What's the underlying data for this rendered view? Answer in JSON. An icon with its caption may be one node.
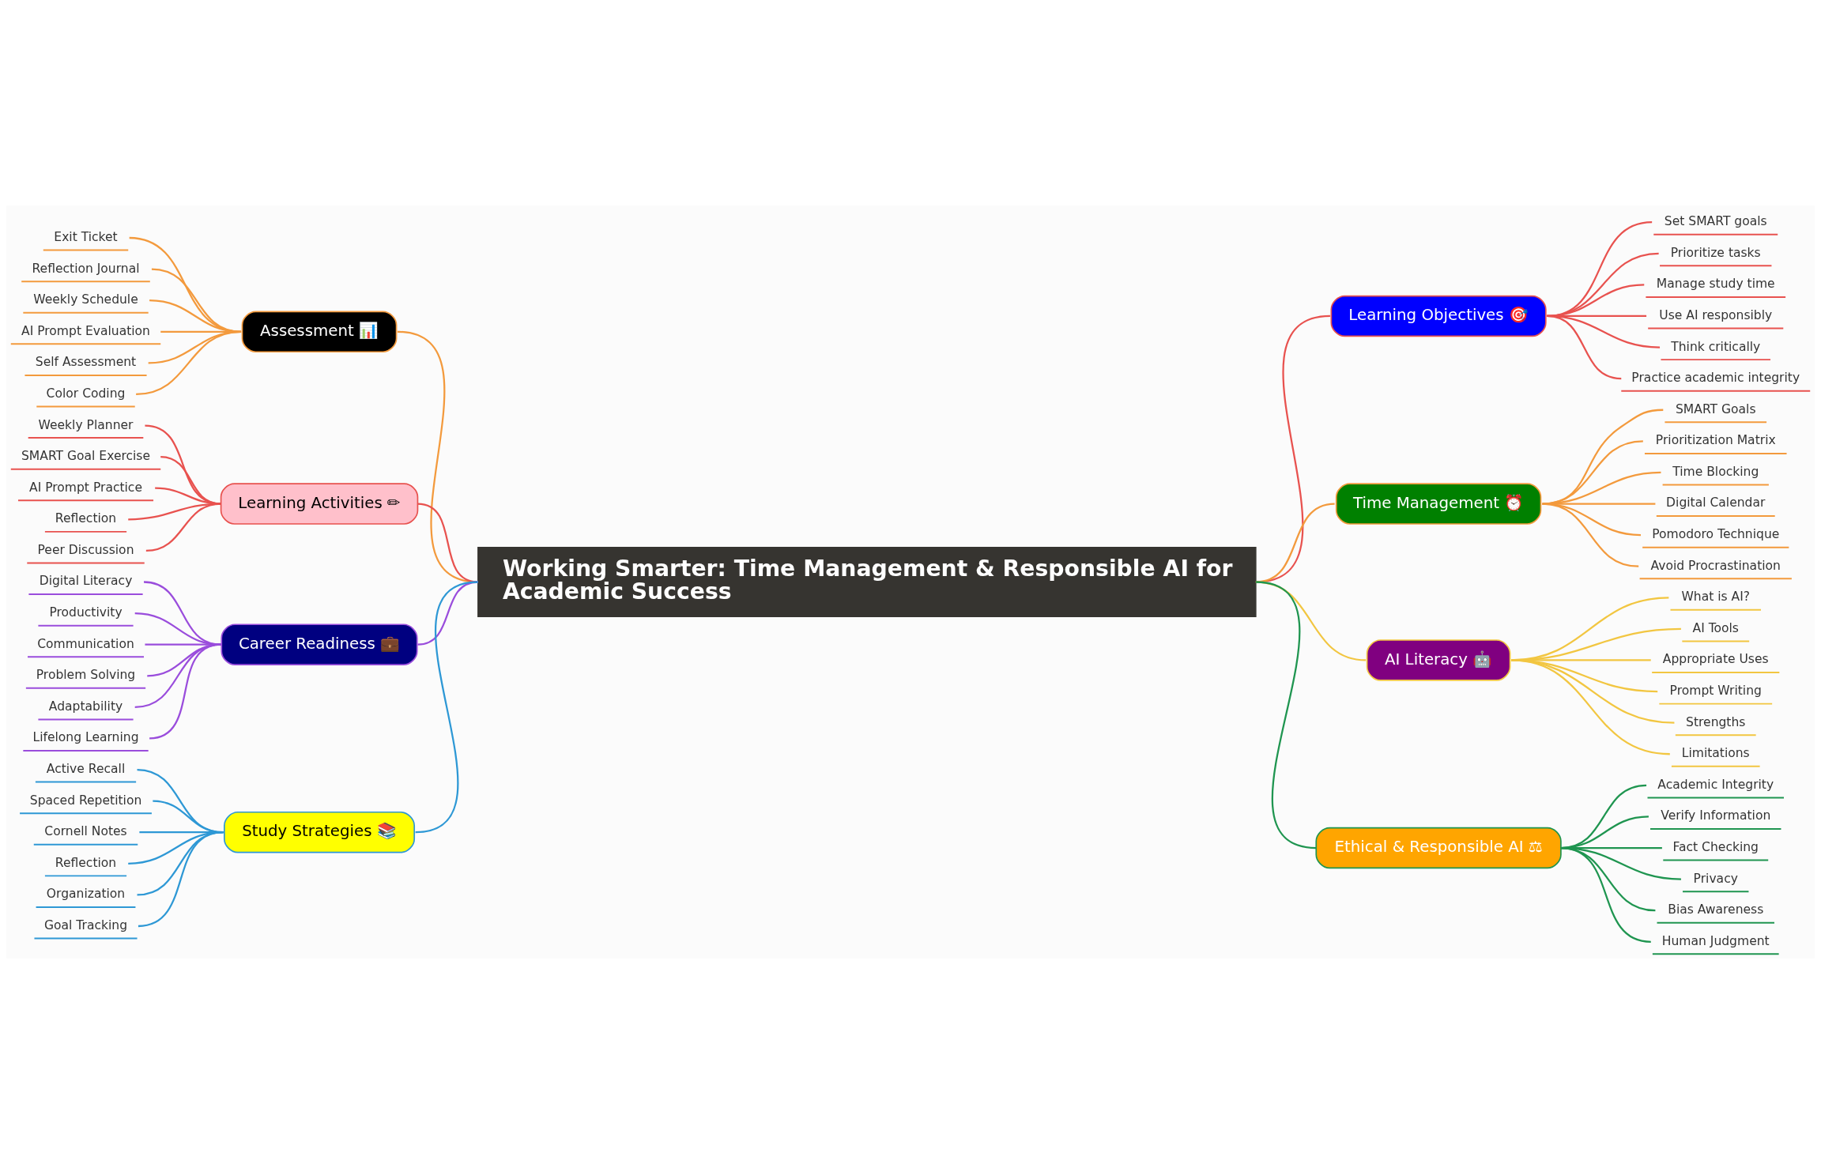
{
  "diagram": {
    "nodes": [
      {
        "text": [
          "Working Smarter: Time Management & Responsible AI for Academic Success"
        ]
      },
      {
        "text": [
          "Learning Objectives 🎯"
        ]
      },
      {
        "text": [
          "Set SMART goals"
        ]
      },
      {
        "text": [
          "Prioritize tasks"
        ]
      },
      {
        "text": [
          "Manage study time"
        ]
      },
      {
        "text": [
          "Use AI responsibly"
        ]
      },
      {
        "text": [
          "Think critically"
        ]
      },
      {
        "text": [
          "Practice academic integrity"
        ]
      },
      {
        "text": [
          "Time Management ⏰"
        ]
      },
      {
        "text": [
          "SMART Goals"
        ]
      },
      {
        "text": [
          "Prioritization Matrix"
        ]
      },
      {
        "text": [
          "Time Blocking"
        ]
      },
      {
        "text": [
          "Digital Calendar"
        ]
      },
      {
        "text": [
          "Pomodoro Technique"
        ]
      },
      {
        "text": [
          "Avoid Procrastination"
        ]
      },
      {
        "text": [
          "AI Literacy 🤖"
        ]
      },
      {
        "text": [
          "What is AI?"
        ]
      },
      {
        "text": [
          "AI Tools"
        ]
      },
      {
        "text": [
          "Appropriate Uses"
        ]
      },
      {
        "text": [
          "Prompt Writing"
        ]
      },
      {
        "text": [
          "Strengths"
        ]
      },
      {
        "text": [
          "Limitations"
        ]
      },
      {
        "text": [
          "Ethical & Responsible AI ⚖"
        ]
      },
      {
        "text": [
          "Academic Integrity"
        ]
      },
      {
        "text": [
          "Verify Information"
        ]
      },
      {
        "text": [
          "Fact Checking"
        ]
      },
      {
        "text": [
          "Privacy"
        ]
      },
      {
        "text": [
          "Bias Awareness"
        ]
      },
      {
        "text": [
          "Human Judgment"
        ]
      },
      {
        "text": [
          "Assessment 📊"
        ]
      },
      {
        "text": [
          "Exit Ticket"
        ]
      },
      {
        "text": [
          "Reflection Journal"
        ]
      },
      {
        "text": [
          "Weekly Schedule"
        ]
      },
      {
        "text": [
          "AI Prompt Evaluation"
        ]
      },
      {
        "text": [
          "Self Assessment"
        ]
      },
      {
        "text": [
          "Color Coding"
        ]
      },
      {
        "text": [
          "Learning Activities ✏"
        ]
      },
      {
        "text": [
          "Weekly Planner"
        ]
      },
      {
        "text": [
          "SMART Goal Exercise"
        ]
      },
      {
        "text": [
          "AI Prompt Practice"
        ]
      },
      {
        "text": [
          "Reflection"
        ]
      },
      {
        "text": [
          "Peer Discussion"
        ]
      },
      {
        "text": [
          "Career Readiness 💼"
        ]
      },
      {
        "text": [
          "Digital Literacy"
        ]
      },
      {
        "text": [
          "Productivity"
        ]
      },
      {
        "text": [
          "Communication"
        ]
      },
      {
        "text": [
          "Problem Solving"
        ]
      },
      {
        "text": [
          "Adaptability"
        ]
      },
      {
        "text": [
          "Lifelong Learning"
        ]
      },
      {
        "text": [
          "Study Strategies 📚"
        ]
      },
      {
        "text": [
          "Active Recall"
        ]
      },
      {
        "text": [
          "Spaced Repetition"
        ]
      },
      {
        "text": [
          "Cornell Notes"
        ]
      },
      {
        "text": [
          "Reflection"
        ]
      },
      {
        "text": [
          "Organization"
        ]
      },
      {
        "text": [
          "Goal Tracking"
        ]
      }
    ],
    "edges": [
      {
        "from": 0,
        "to": 1,
        "arrow": "none",
        "color": "#e8524f"
      },
      {
        "from": 1,
        "to": 2,
        "arrow": "none",
        "color": "#e8524f"
      },
      {
        "from": 1,
        "to": 3,
        "arrow": "none",
        "color": "#e8524f"
      },
      {
        "from": 1,
        "to": 4,
        "arrow": "none",
        "color": "#e8524f"
      },
      {
        "from": 1,
        "to": 5,
        "arrow": "none",
        "color": "#e8524f"
      },
      {
        "from": 1,
        "to": 6,
        "arrow": "none",
        "color": "#e8524f"
      },
      {
        "from": 1,
        "to": 7,
        "arrow": "none",
        "color": "#e8524f"
      },
      {
        "from": 0,
        "to": 8,
        "arrow": "none"
      },
      {
        "from": 8,
        "to": 9,
        "arrow": "none"
      },
      {
        "from": 8,
        "to": 10,
        "arrow": "none"
      },
      {
        "from": 8,
        "to": 11,
        "arrow": "none"
      },
      {
        "from": 8,
        "to": 12,
        "arrow": "none"
      },
      {
        "from": 8,
        "to": 13,
        "arrow": "none"
      },
      {
        "from": 8,
        "to": 14,
        "arrow": "none"
      },
      {
        "from": 0,
        "to": 15,
        "arrow": "none",
        "color": "#f2c641"
      },
      {
        "from": 15,
        "to": 16,
        "arrow": "none",
        "color": "#f2c641"
      },
      {
        "from": 15,
        "to": 17,
        "arrow": "none",
        "color": "#f2c641"
      },
      {
        "from": 15,
        "to": 18,
        "arrow": "none",
        "color": "#f2c641"
      },
      {
        "from": 15,
        "to": 19,
        "arrow": "none",
        "color": "#f2c641"
      },
      {
        "from": 15,
        "to": 20,
        "arrow": "none",
        "color": "#f2c641"
      },
      {
        "from": 15,
        "to": 21,
        "arrow": "none",
        "color": "#f2c641"
      },
      {
        "from": 0,
        "to": 22,
        "arrow": "none",
        "color": "#1f9550"
      },
      {
        "from": 22,
        "to": 23,
        "arrow": "none",
        "color": "#1f9550"
      },
      {
        "from": 22,
        "to": 24,
        "arrow": "none",
        "color": "#1f9550"
      },
      {
        "from": 22,
        "to": 25,
        "arrow": "none",
        "color": "#1f9550"
      },
      {
        "from": 22,
        "to": 26,
        "arrow": "none",
        "color": "#1f9550"
      },
      {
        "from": 22,
        "to": 27,
        "arrow": "none",
        "color": "#1f9550"
      },
      {
        "from": 22,
        "to": 28,
        "arrow": "none",
        "color": "#1f9550"
      },
      {
        "from": 29,
        "to": 0,
        "arrow": "none"
      },
      {
        "from": 30,
        "to": 29,
        "arrow": "none"
      },
      {
        "from": 31,
        "to": 29,
        "arrow": "none"
      },
      {
        "from": 32,
        "to": 29,
        "arrow": "none"
      },
      {
        "from": 33,
        "to": 29,
        "arrow": "none"
      },
      {
        "from": 34,
        "to": 29,
        "arrow": "none"
      },
      {
        "from": 35,
        "to": 29,
        "arrow": "none"
      },
      {
        "from": 36,
        "to": 0,
        "arrow": "none",
        "color": "#e8524f"
      },
      {
        "from": 37,
        "to": 36,
        "arrow": "none",
        "color": "#e8524f"
      },
      {
        "from": 38,
        "to": 36,
        "arrow": "none",
        "color": "#e8524f"
      },
      {
        "from": 39,
        "to": 36,
        "arrow": "none",
        "color": "#e8524f"
      },
      {
        "from": 40,
        "to": 36,
        "arrow": "none",
        "color": "#e8524f"
      },
      {
        "from": 41,
        "to": 36,
        "arrow": "none",
        "color": "#e8524f"
      },
      {
        "from": 42,
        "to": 0,
        "arrow": "none",
        "color": "#9a4ddc"
      },
      {
        "from": 43,
        "to": 42,
        "arrow": "none",
        "color": "#9a4ddc"
      },
      {
        "from": 44,
        "to": 42,
        "arrow": "none",
        "color": "#9a4ddc"
      },
      {
        "from": 45,
        "to": 42,
        "arrow": "none",
        "color": "#9a4ddc"
      },
      {
        "from": 46,
        "to": 42,
        "arrow": "none",
        "color": "#9a4ddc"
      },
      {
        "from": 47,
        "to": 42,
        "arrow": "none",
        "color": "#9a4ddc"
      },
      {
        "from": 48,
        "to": 42,
        "arrow": "none",
        "color": "#9a4ddc"
      },
      {
        "from": 49,
        "to": 0,
        "arrow": "none",
        "color": "#2e98d5"
      },
      {
        "from": 50,
        "to": 49,
        "arrow": "none",
        "color": "#2e98d5"
      },
      {
        "from": 51,
        "to": 49,
        "arrow": "none",
        "color": "#2e98d5"
      },
      {
        "from": 52,
        "to": 49,
        "arrow": "none",
        "color": "#2e98d5"
      },
      {
        "from": 53,
        "to": 49,
        "arrow": "none",
        "color": "#2e98d5"
      },
      {
        "from": 54,
        "to": 49,
        "arrow": "none",
        "color": "#2e98d5"
      },
      {
        "from": 55,
        "to": 49,
        "arrow": "none",
        "color": "#2e98d5"
      }
    ]
  }
}
